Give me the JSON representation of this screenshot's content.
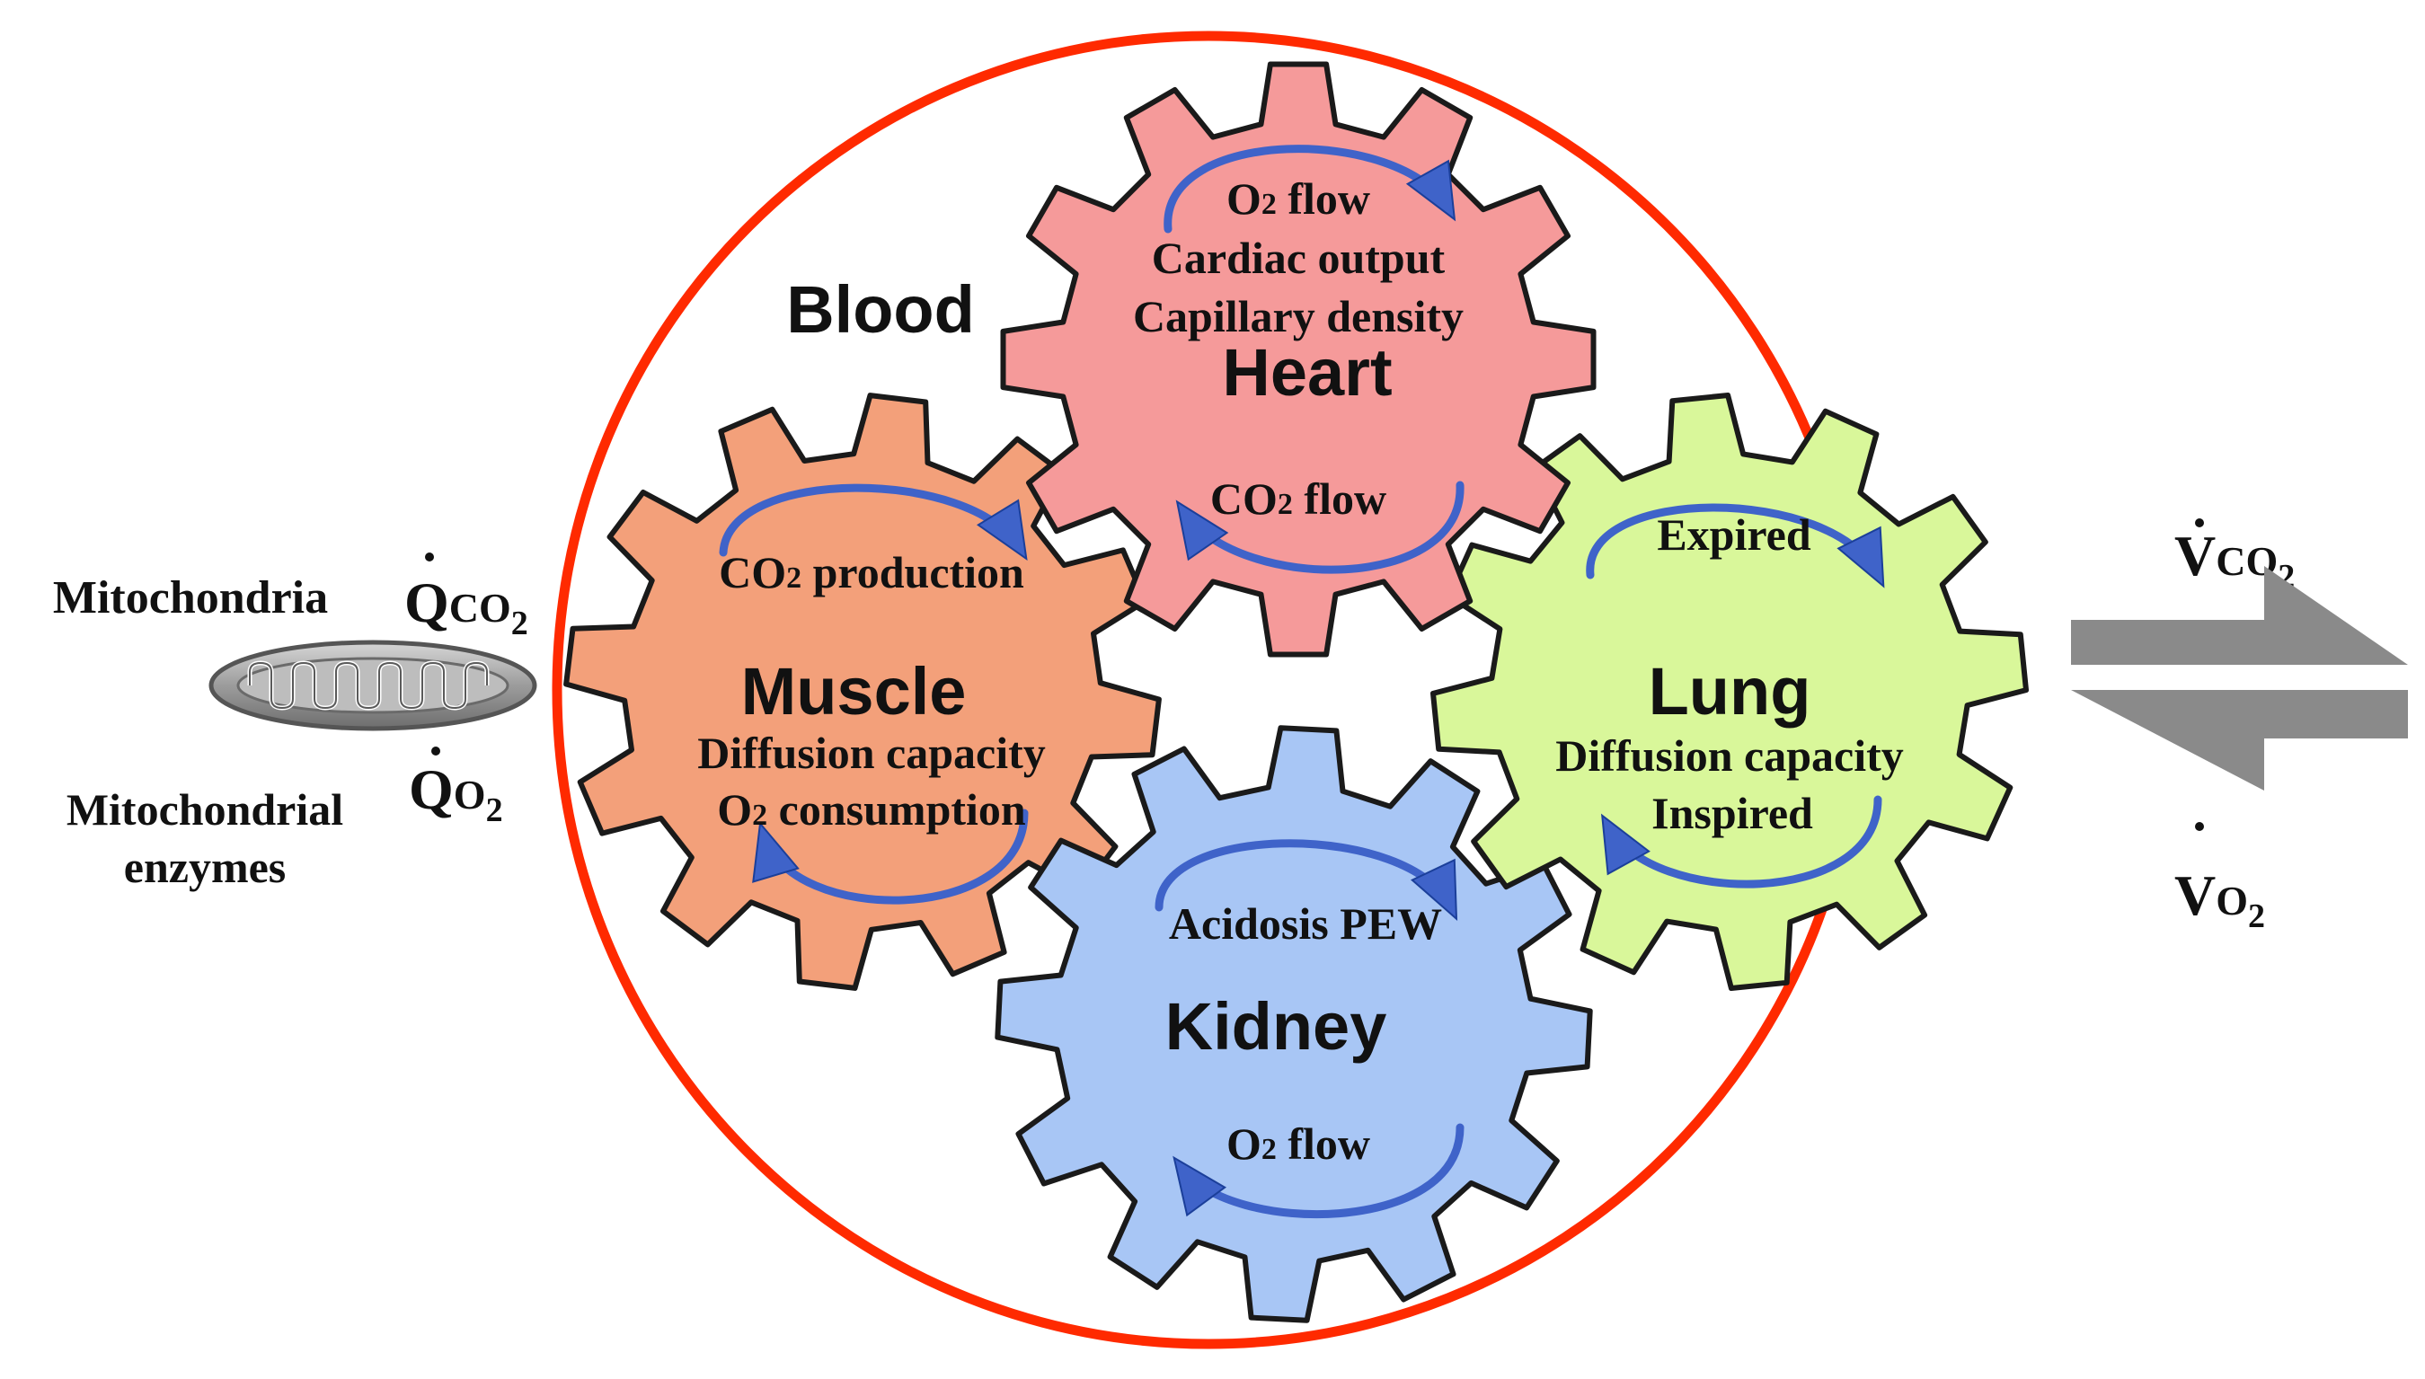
{
  "colors": {
    "blood_border": "#ff2a00",
    "heart": "#f59a9a",
    "muscle": "#f3a07a",
    "lung": "#d9f79a",
    "kidney": "#a8c6f5",
    "arrow_blue": "#3f63c9",
    "exchange_arrow": "#8a8a8a",
    "mitochondria": "#9c9c9c"
  },
  "left": {
    "mitochondria_label": "Mitochondria",
    "enzymes_line1": "Mitochondrial",
    "enzymes_line2": "enzymes",
    "q_co2": {
      "letter": "Q",
      "sub_base": "CO",
      "sub_num": "2"
    },
    "q_o2": {
      "letter": "Q",
      "sub_base": "O",
      "sub_num": "2"
    }
  },
  "right": {
    "v_co2": {
      "letter": "V",
      "sub_base": "CO",
      "sub_num": "2"
    },
    "v_o2": {
      "letter": "V",
      "sub_base": "O",
      "sub_num": "2"
    }
  },
  "blood_label": "Blood",
  "gears": {
    "heart": {
      "name": "Heart",
      "top": {
        "pre": "O",
        "sub": "2",
        "post": " flow"
      },
      "line2": "Cardiac output",
      "line3": "Capillary density",
      "bottom": {
        "pre": "CO",
        "sub": "2",
        "post": " flow"
      }
    },
    "muscle": {
      "name": "Muscle",
      "top": {
        "pre": "CO",
        "sub": "2",
        "post": " production"
      },
      "line2": "Diffusion capacity",
      "bottom": {
        "pre": "O",
        "sub": "2",
        "post": " consumption"
      }
    },
    "lung": {
      "name": "Lung",
      "top": "Expired",
      "line2": "Diffusion capacity",
      "bottom": "Inspired"
    },
    "kidney": {
      "name": "Kidney",
      "top": "Acidosis PEW",
      "bottom": {
        "pre": "O",
        "sub": "2",
        "post": " flow"
      }
    }
  }
}
